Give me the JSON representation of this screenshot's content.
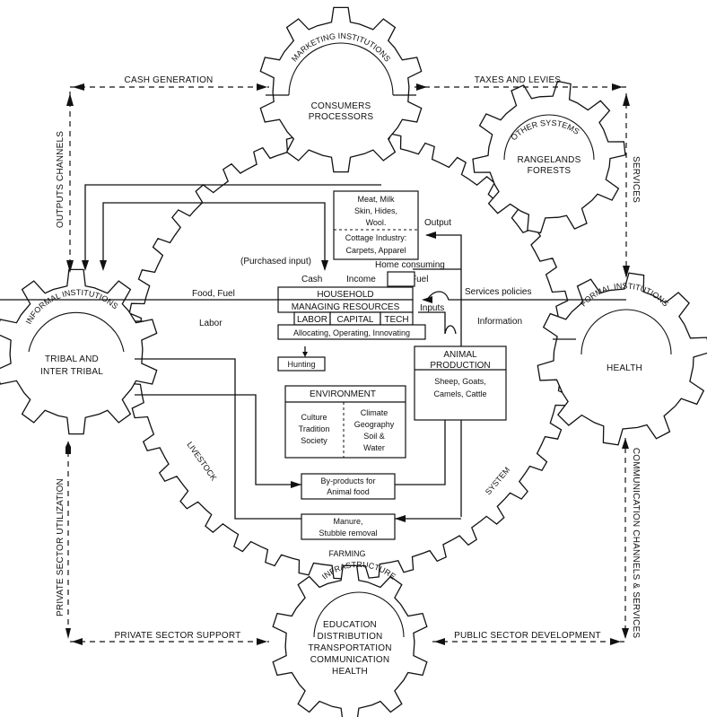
{
  "diagram": {
    "gears": {
      "central": {
        "ring_labels": [
          "LIVESTOCK",
          "FARMING",
          "SYSTEM"
        ]
      },
      "marketing": {
        "title": "MARKETING INSTITUTIONS",
        "lines": [
          "CONSUMERS",
          "PROCESSORS"
        ]
      },
      "other": {
        "title": "OTHER SYSTEMS",
        "lines": [
          "RANGELANDS",
          "FORESTS"
        ]
      },
      "informal": {
        "title": "INFORMAL INSTITUTIONS",
        "lines": [
          "TRIBAL AND",
          "INTER TRIBAL"
        ]
      },
      "formal": {
        "title": "FORMAL INSTITUTIONS",
        "lines": [
          "HEALTH"
        ]
      },
      "infrastructure": {
        "title": "INFRASTRUCTURE",
        "lines": [
          "EDUCATION",
          "DISTRIBUTION",
          "TRANSPORTATION",
          "COMMUNICATION",
          "HEALTH"
        ]
      }
    },
    "outer_links": {
      "top_left": "CASH GENERATION",
      "top_right": "TAXES AND LEVIES",
      "left_upper": "OUTPUTS CHANNELS",
      "right_upper": "SERVICES",
      "left_lower": "PRIVATE SECTOR UTILIZATION",
      "right_lower": "COMMUNICATION CHANNELS & SERVICES",
      "bottom_left": "PRIVATE SECTOR SUPPORT",
      "bottom_right": "PUBLIC SECTOR DEVELOPMENT"
    },
    "products_box": {
      "lines": [
        "Meat, Milk",
        "Skin, Hides,",
        "Wool."
      ],
      "cottage_lines": [
        "Cottage Industry:",
        "Carpets, Apparel"
      ]
    },
    "flow_labels": {
      "output": "Output",
      "purchased_input": "(Purchased input)",
      "home_consuming": "Home consuming",
      "cash": "Cash",
      "income": "Income",
      "fuel": "Fuel",
      "food_fuel": "Food, Fuel",
      "services_policies": "Services policies",
      "labor": "Labor",
      "inputs": "Inputs",
      "information": "Information"
    },
    "household": {
      "title": "HOUSEHOLD",
      "subtitle": "MANAGING RESOURCES",
      "cells": [
        "LABOR",
        "CAPITAL",
        "TECH"
      ],
      "actions": "Allocating, Operating, Innovating"
    },
    "hunting": "Hunting",
    "animal_production": {
      "title_lines": [
        "ANIMAL",
        "PRODUCTION"
      ],
      "body_lines": [
        "Sheep, Goats,",
        "Camels, Cattle"
      ]
    },
    "environment": {
      "title": "ENVIRONMENT",
      "left_lines": [
        "Culture",
        "Tradition",
        "Society"
      ],
      "right_lines": [
        "Climate",
        "Geography",
        "Soil &",
        "Water"
      ]
    },
    "byproducts": [
      "By-products for",
      "Animal food"
    ],
    "manure": [
      "Manure,",
      "Stubble removal"
    ]
  }
}
